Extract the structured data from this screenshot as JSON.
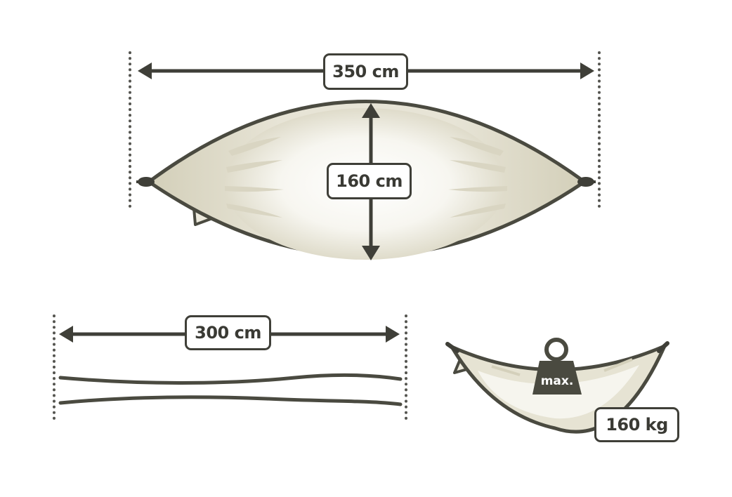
{
  "dimensions": {
    "length": "350 cm",
    "width": "160 cm",
    "rope_length": "300 cm"
  },
  "load": {
    "weight_badge": "max.",
    "capacity": "160 kg"
  },
  "colors": {
    "outline": "#4a4a40",
    "fabric": "#d6d2bd",
    "fabric_light": "#f4f2ea",
    "dots": "#555550"
  }
}
